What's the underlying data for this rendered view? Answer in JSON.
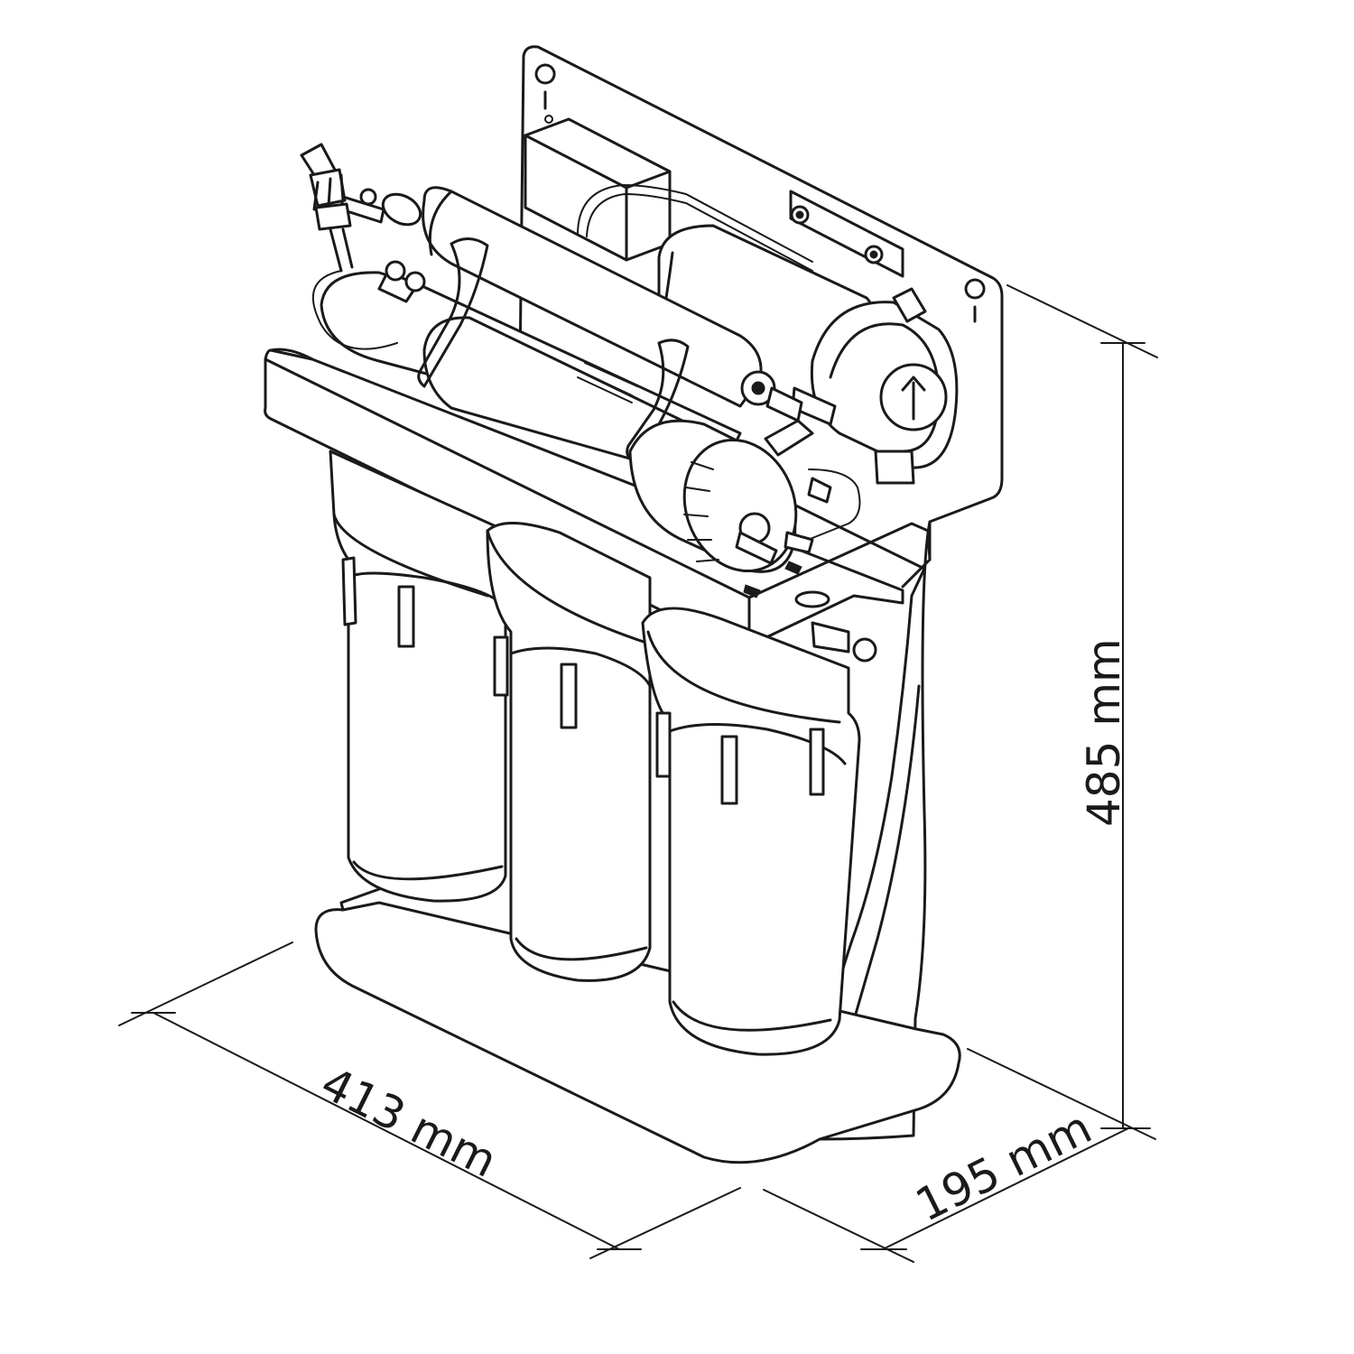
{
  "dimensions": {
    "width_label": "413 mm",
    "depth_label": "195 mm",
    "height_label": "485 mm"
  },
  "colors": {
    "line": "#1a1a1a",
    "background": "#ffffff"
  }
}
